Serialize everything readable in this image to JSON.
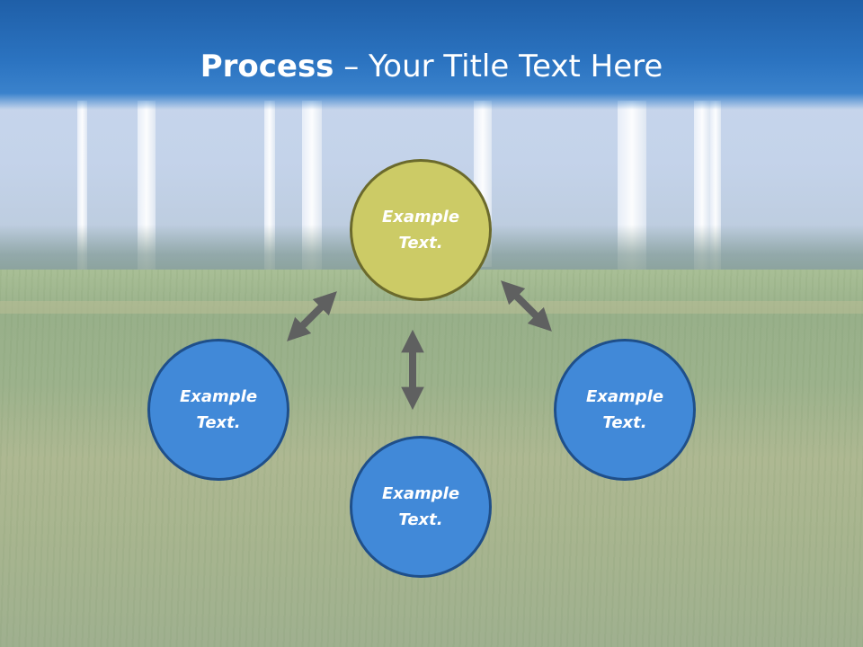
{
  "slide": {
    "title_bold": "Process",
    "title_rest": " – Your Title Text Here"
  },
  "colors": {
    "header": "#2b73c0",
    "node_blue": "#4189d8",
    "node_blue_border": "#1f4f8a",
    "node_top": "#cccb66",
    "node_top_border": "#6b6a2c",
    "arrow": "#5f6060"
  },
  "nodes": {
    "top": {
      "text": "Example Text."
    },
    "left": {
      "text": "Example Text."
    },
    "bottom": {
      "text": "Example Text."
    },
    "right": {
      "text": "Example Text."
    }
  }
}
